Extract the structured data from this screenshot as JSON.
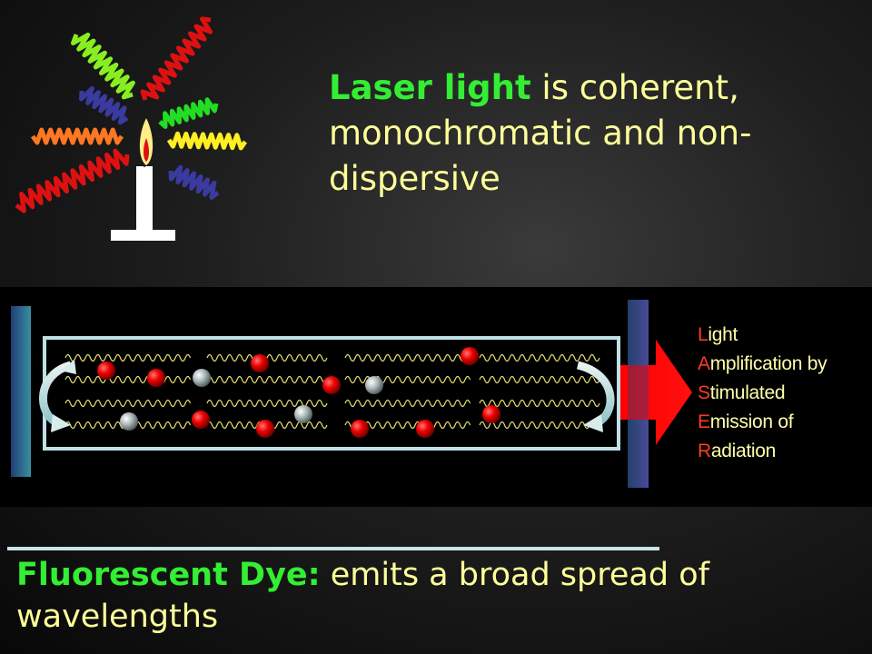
{
  "headline": {
    "highlight": "Laser light",
    "rest": " is coherent, monochromatic and non-dispersive"
  },
  "acronym": {
    "lines": [
      {
        "initial": "L",
        "rest": "ight"
      },
      {
        "initial": "A",
        "rest": "mplification by"
      },
      {
        "initial": "S",
        "rest": "timulated"
      },
      {
        "initial": "E",
        "rest": "mission of"
      },
      {
        "initial": "R",
        "rest": "adiation"
      }
    ]
  },
  "footer": {
    "highlight": "Fluorescent Dye:",
    "rest": " emits a broad spread of wavelengths"
  },
  "colors": {
    "highlight_green": "#33ee33",
    "body_yellow": "#ffff99",
    "acronym_initial": "#ff3b1f",
    "ray_colors": [
      "#88ee22",
      "#dd1111",
      "#3a3aa0",
      "#22dd22",
      "#ff7722",
      "#ffee22"
    ]
  },
  "icons": [
    "candle-icon",
    "flame-icon",
    "light-ray-icon",
    "mirror-icon",
    "laser-beam-arrow-icon",
    "atom-icon",
    "photon-wave-icon",
    "reflect-arrow-icon"
  ]
}
